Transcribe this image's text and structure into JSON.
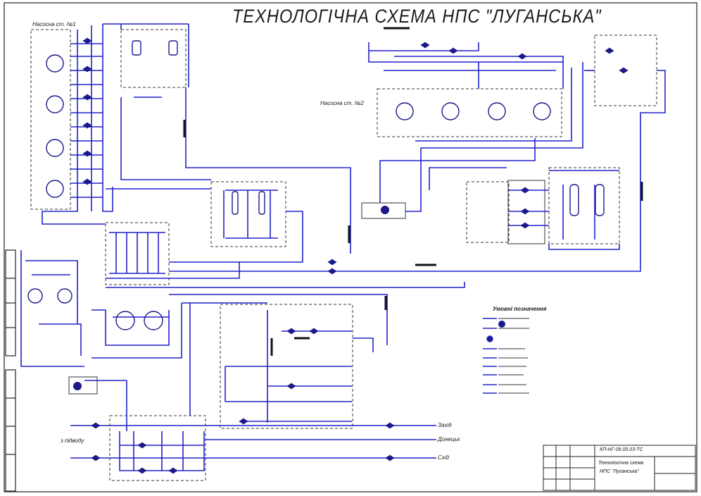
{
  "title": "ТЕХНОЛОГІЧНА СХЕМА НПС \"ЛУГАНСЬКА\"",
  "colors": {
    "pipe": "#2222cc",
    "frame": "#222222",
    "node": "#1a1a8a",
    "background": "#ffffff"
  },
  "legend": {
    "heading": "Умовні позначення"
  },
  "outlets": {
    "out_top": "Захід",
    "out_mid": "Донецьк",
    "out_bottom": "Схід",
    "inlet_left": "з підводу"
  },
  "stamp": {
    "code": "КП-НГ-09.05.03-ТС",
    "name_line1": "Технологічна схема",
    "name_line2": "НПС \"Луганська\""
  },
  "blocks": {
    "main_pumps": "Насосна ст. №1",
    "main_pumps_2": "Насосна ст. №2"
  }
}
